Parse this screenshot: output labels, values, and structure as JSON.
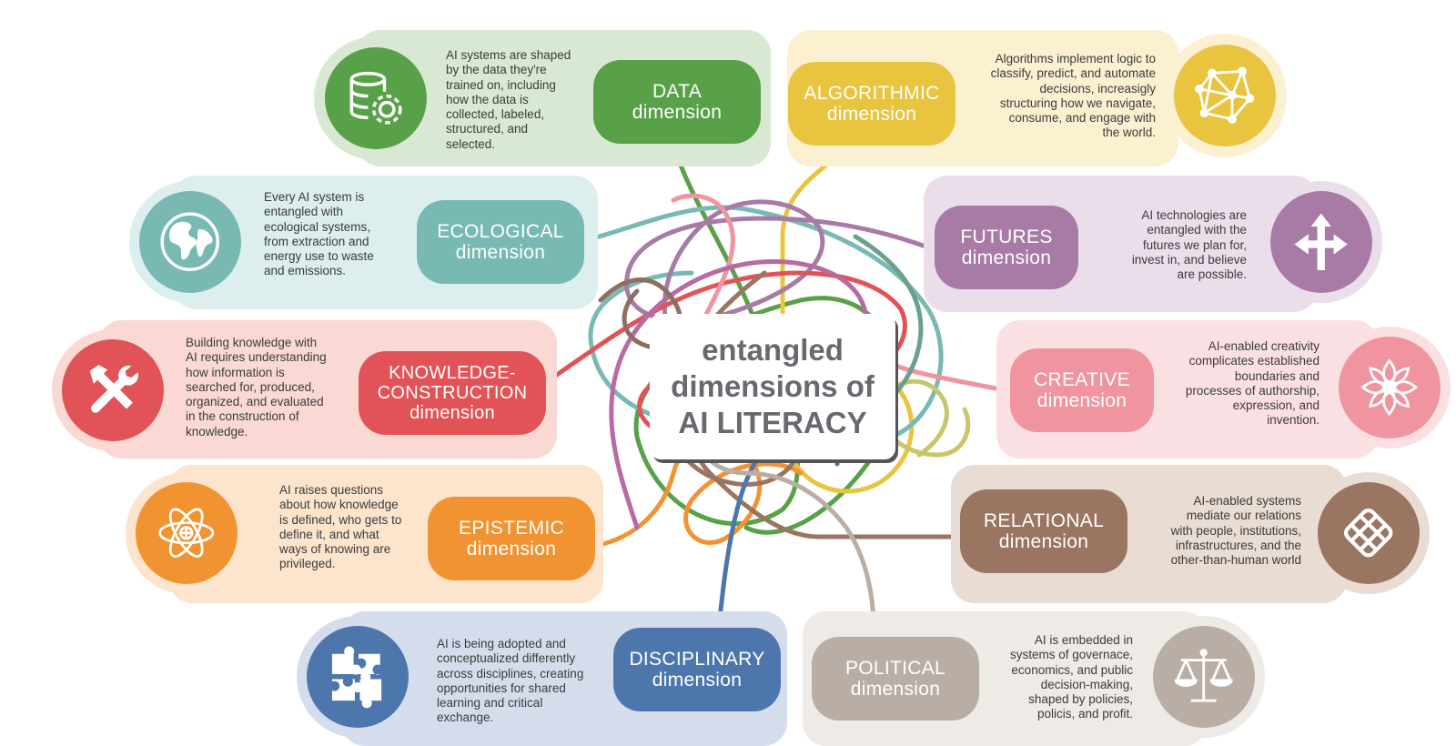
{
  "title": {
    "line1": "entangled",
    "line2": "dimensions of",
    "line3": "AI LITERACY"
  },
  "dimensions": {
    "data": {
      "name": "DATA",
      "word": "dimension",
      "color": "#58a148",
      "light": "#d9e8d2",
      "text": [
        "AI systems are shaped",
        "by the data they're",
        "trained on, including",
        "how the data is",
        "collected, labeled,",
        "structured, and",
        "selected."
      ],
      "icon": "database-gear-icon"
    },
    "algorithmic": {
      "name": "ALGORITHMIC",
      "word": "dimension",
      "color": "#e9c43f",
      "light": "#fbf0d0",
      "text": [
        "Algorithms implement logic to",
        "classify, predict, and automate",
        "decisions, increasigly",
        "structuring how we navigate,",
        "consume, and engage with",
        "the world."
      ],
      "icon": "network-polyhedron-icon"
    },
    "ecological": {
      "name": "ECOLOGICAL",
      "word": "dimension",
      "color": "#78b9b3",
      "light": "#dceeed",
      "text": [
        "Every AI system is",
        "entangled with",
        "ecological systems,",
        "from extraction and",
        "energy use to waste",
        "and emissions."
      ],
      "icon": "globe-icon"
    },
    "futures": {
      "name": "FUTURES",
      "word": "dimension",
      "color": "#a77ba6",
      "light": "#ebdeeb",
      "text": [
        "AI technologies are",
        "entangled with the",
        "futures we plan for,",
        "invest in, and believe",
        "are possible."
      ],
      "icon": "branching-arrows-icon"
    },
    "knowledge": {
      "name": "KNOWLEDGE-",
      "name2": "CONSTRUCTION",
      "word": "dimension",
      "color": "#e25358",
      "light": "#fad8d3",
      "text": [
        "Building knowledge with",
        "AI requires understanding",
        "how information is",
        "searched for, produced,",
        "organized, and evaluated",
        "in the construction of",
        "knowledge."
      ],
      "icon": "hammer-wrench-icon"
    },
    "creative": {
      "name": "CREATIVE",
      "word": "dimension",
      "color": "#f0949f",
      "light": "#fbe0e3",
      "text": [
        "AI-enabled creativity",
        "complicates established",
        "boundaries and",
        "processes of authorship,",
        "expression, and",
        "invention."
      ],
      "icon": "mandala-icon"
    },
    "epistemic": {
      "name": "EPISTEMIC",
      "word": "dimension",
      "color": "#f29331",
      "light": "#fce4cd",
      "text": [
        "AI raises questions",
        "about how knowledge",
        "is defined, who gets to",
        "define it, and what",
        "ways of knowing are",
        "privileged."
      ],
      "icon": "atom-icon"
    },
    "relational": {
      "name": "RELATIONAL",
      "word": "dimension",
      "color": "#9a7561",
      "light": "#e8dcd3",
      "text": [
        "AI-enabled systems",
        "mediate our relations",
        "with people, institutions,",
        "infrastructures, and the",
        "other-than-human world"
      ],
      "icon": "knot-icon"
    },
    "disciplinary": {
      "name": "DISCIPLINARY",
      "word": "dimension",
      "color": "#4d77ac",
      "light": "#d5dded",
      "text": [
        "AI is being adopted and",
        "conceptualized differently",
        "across disciplines, creating",
        "opportunities for shared",
        "learning and critical",
        "exchange."
      ],
      "icon": "puzzle-icon"
    },
    "political": {
      "name": "POLITICAL",
      "word": "dimension",
      "color": "#b9aea6",
      "light": "#eeeae6",
      "text": [
        "AI is embedded in",
        "systems of governace,",
        "economics, and public",
        "decision-making,",
        "shaped by policies,",
        "policis, and profit."
      ],
      "icon": "scales-icon"
    }
  }
}
